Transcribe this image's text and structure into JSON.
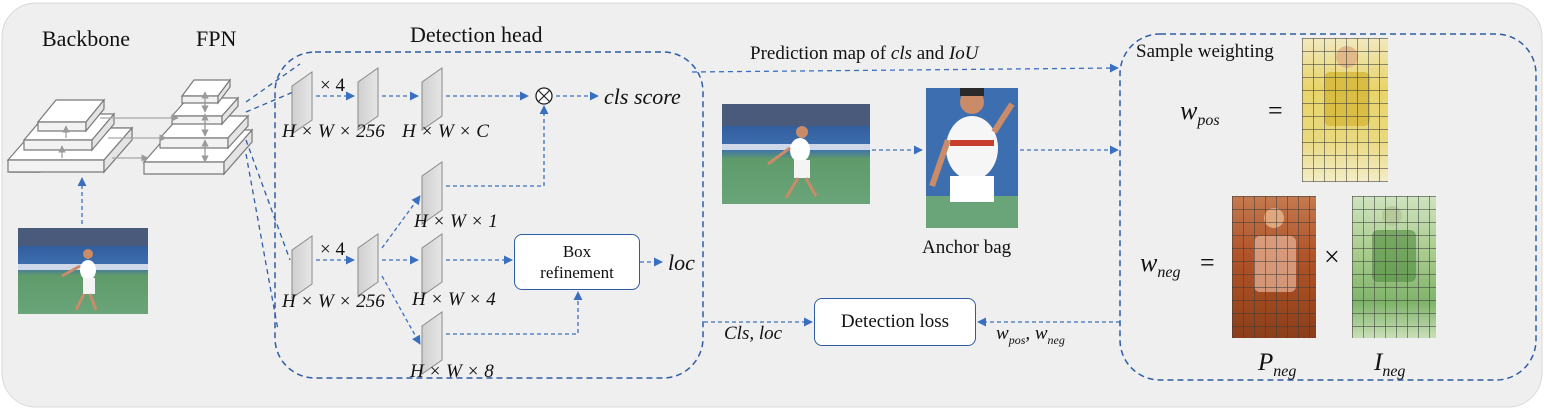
{
  "stages": {
    "backbone": "Backbone",
    "fpn": "FPN",
    "detection_head": "Detection head"
  },
  "head": {
    "repeat_top": "× 4",
    "repeat_bottom": "× 4",
    "dim_top_conv": "H × W × 256",
    "dim_cls": "H × W × C",
    "dim_iou": "H × W × 1",
    "dim_bottom_conv": "H × W × 256",
    "dim_box": "H × W × 4",
    "dim_8": "H × W × 8",
    "cls_score": "cls score",
    "box_refinement": "Box refinement",
    "loc": "loc",
    "multiply_symbol": "⊗"
  },
  "flow": {
    "prediction_map_prefix": "Prediction map of ",
    "prediction_map_cls": "cls",
    "prediction_map_and": " and ",
    "prediction_map_iou": "IoU",
    "anchor_bag": "Anchor bag",
    "detection_loss": "Detection loss",
    "cls_loc": "Cls, loc",
    "weights_label": "w",
    "weights_pos_sub": "pos",
    "weights_sep": ", w",
    "weights_neg_sub": "neg"
  },
  "weighting": {
    "title": "Sample weighting",
    "w_pos_var": "w",
    "w_pos_sub": "pos",
    "w_pos_eq": "=",
    "w_neg_var": "w",
    "w_neg_sub": "neg",
    "w_neg_eq": "=",
    "times": "×",
    "p_neg_var": "P",
    "p_neg_sub": "neg",
    "i_neg_var": "I",
    "i_neg_sub": "neg"
  },
  "colors": {
    "background_panel": "#efefef",
    "dashed_line": "#2e5da6",
    "arrow": "#3a6fc0",
    "weight_pos_tint": "#e8d56a",
    "weight_neg_p_tint": "#b2552a",
    "weight_neg_i_tint": "#7fb36a"
  }
}
